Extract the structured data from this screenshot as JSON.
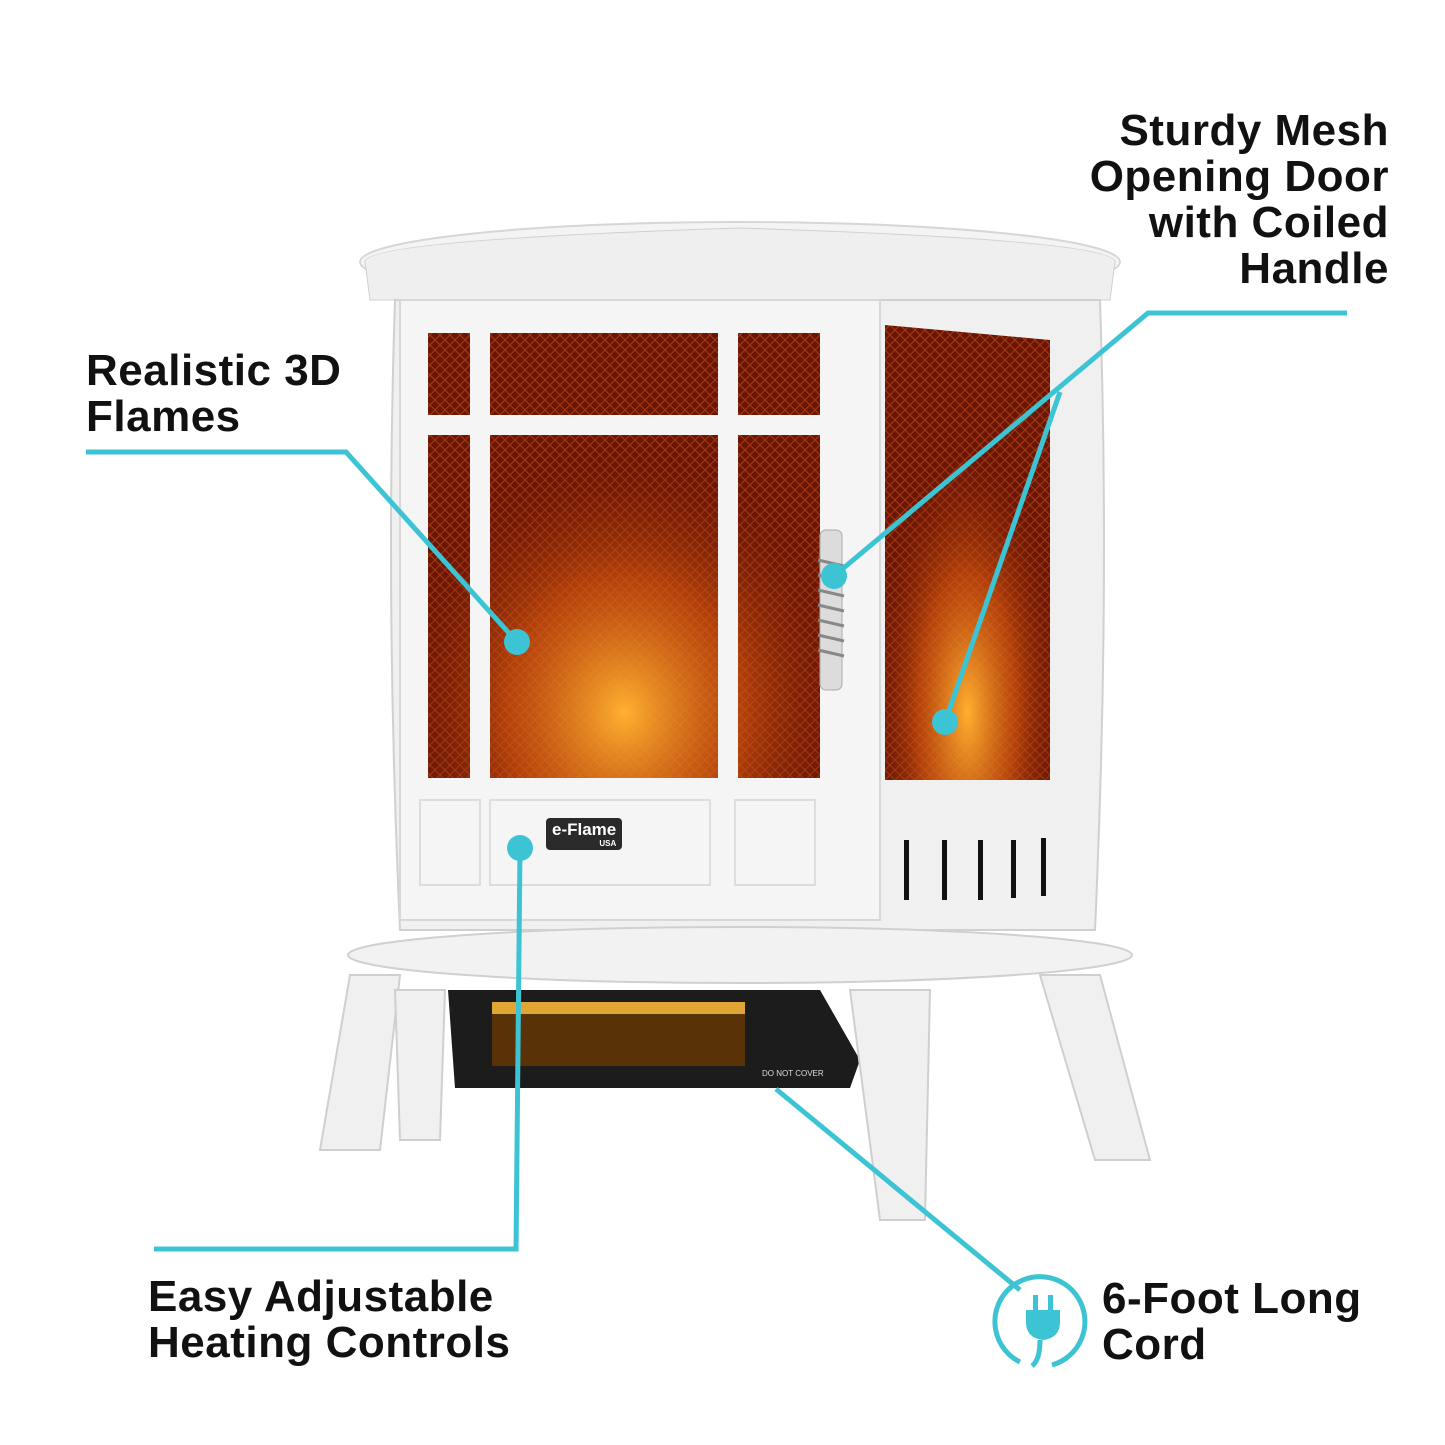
{
  "callouts": [
    {
      "id": "flames",
      "lines": [
        "Realistic 3D",
        "Flames"
      ]
    },
    {
      "id": "door",
      "lines": [
        "Sturdy Mesh",
        "Opening Door",
        "with Coiled",
        "Handle"
      ]
    },
    {
      "id": "controls",
      "lines": [
        "Easy Adjustable",
        "Heating Controls"
      ]
    },
    {
      "id": "cord",
      "lines": [
        "6-Foot Long",
        "Cord"
      ]
    }
  ],
  "product": {
    "logo_text": "e-Flame",
    "logo_sub": "USA",
    "heater_label": "DO NOT COVER"
  },
  "colors": {
    "accent": "#3cc3d4",
    "text": "#111111",
    "body": "#f1f1f1",
    "fire": "#7a1a08"
  }
}
